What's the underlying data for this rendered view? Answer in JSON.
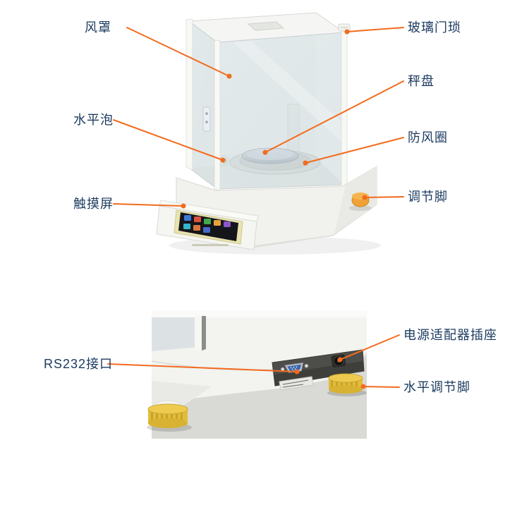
{
  "colors": {
    "leader_line": "#f26b1f",
    "label_text": "#1b3a5f"
  },
  "labels": {
    "wind_cover": "风罩",
    "glass_door_lock": "玻璃门琐",
    "weighing_pan": "秤盘",
    "windproof_ring": "防风圈",
    "adjustable_foot": "调节脚",
    "level_bubble": "水平泡",
    "touch_screen": "触摸屏",
    "power_adapter_socket": "电源适配器插座",
    "rs232_port": "RS232接口",
    "level_adjusting_foot": "水平调节脚"
  }
}
